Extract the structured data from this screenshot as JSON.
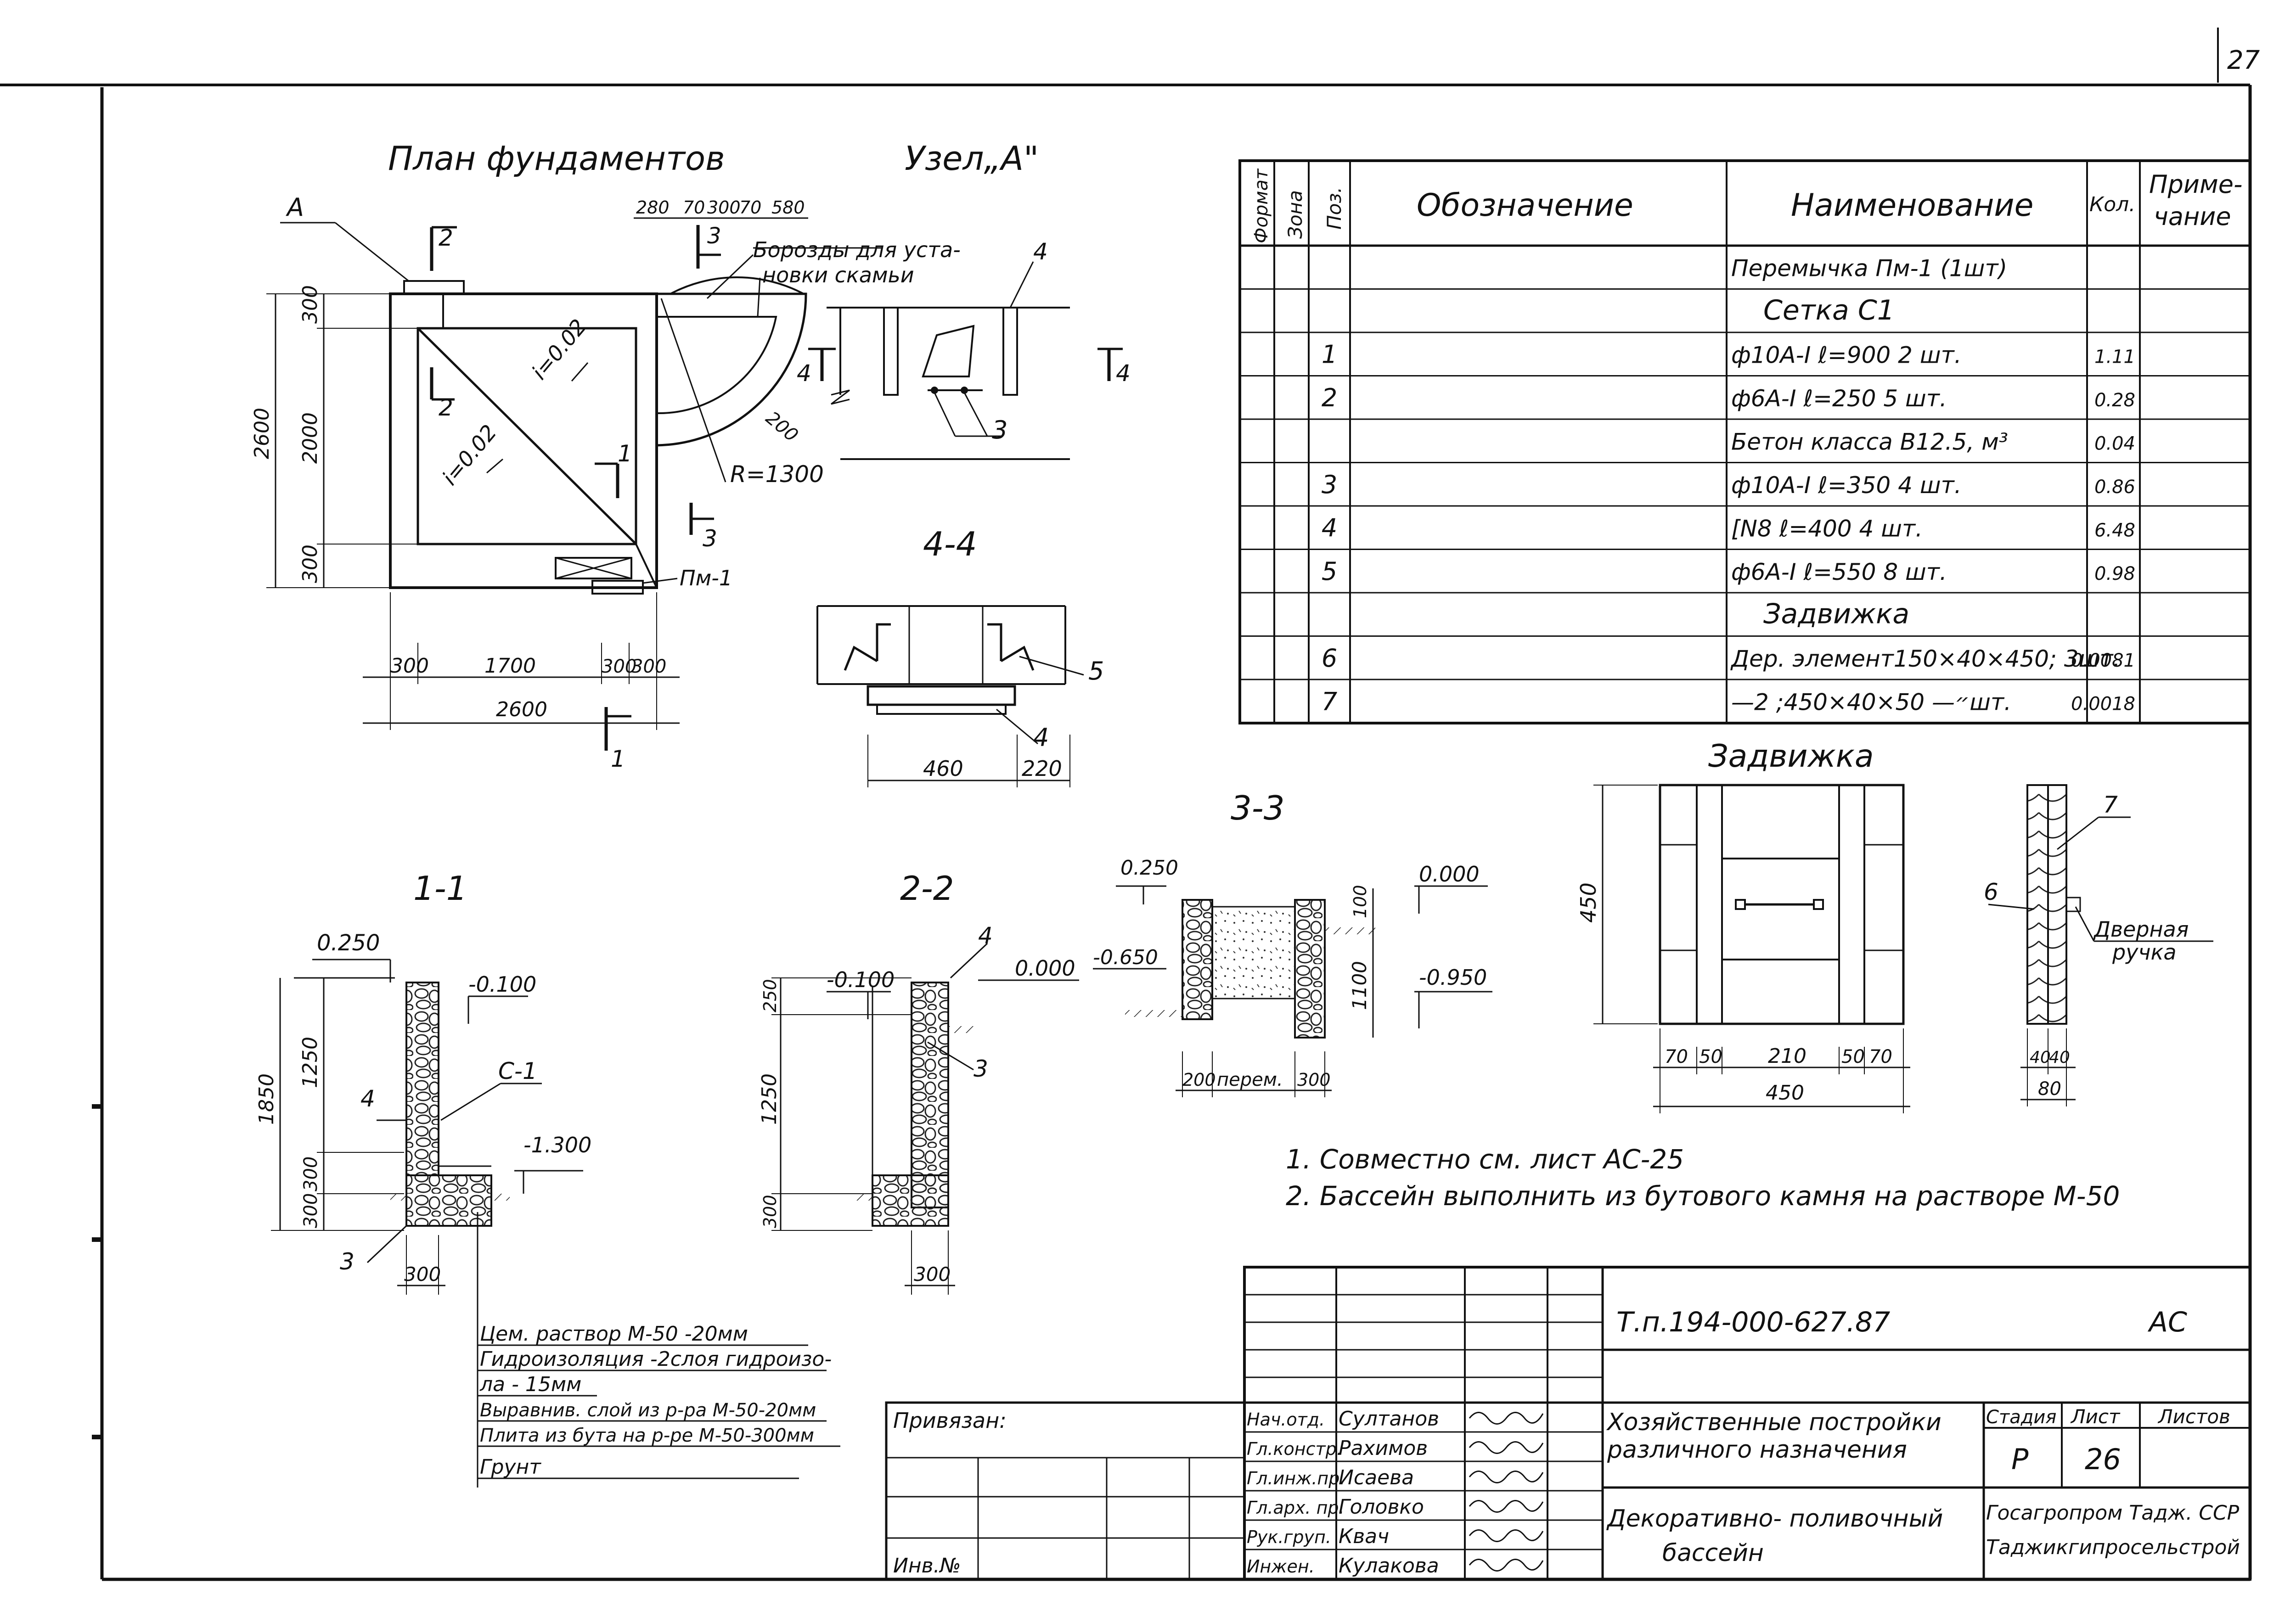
{
  "sheet_corner": "27",
  "headings": {
    "plan": "План фундаментов",
    "node": "Узел„А\"",
    "s11": "1-1",
    "s22": "2-2",
    "s33": "3-3",
    "s44": "4-4",
    "gate": "Задвижка"
  },
  "plan": {
    "markA": "А",
    "cut2": "2",
    "cut1": "1",
    "cut3": "3",
    "slope1": "i=0.02",
    "slope2": "i=0.02",
    "radius": "R=1300",
    "pm1": "Пм-1",
    "dims_v": [
      "300",
      "2000",
      "300",
      "2600"
    ],
    "dims_h": [
      "300",
      "1700",
      "300",
      "300",
      "2600"
    ]
  },
  "node": {
    "dims_top": [
      "280",
      "70",
      "300",
      "70",
      "580"
    ],
    "grooves_l1": "Борозды для уста-",
    "grooves_l2": "новки скамьи",
    "ref4": "4",
    "ref3": "3",
    "cut4": "4",
    "dim200": "200"
  },
  "sec44": {
    "ref5": "5",
    "ref4": "4",
    "dims": [
      "460",
      "220"
    ]
  },
  "sec11": {
    "lv_top": "0.250",
    "lv_a": "-0.100",
    "lv_b": "-1.300",
    "ref4": "4",
    "refC1": "С-1",
    "ref3": "3",
    "dims_v": [
      "1850",
      "1250",
      "300",
      "300"
    ],
    "dim_b": "300"
  },
  "sec22": {
    "lv_a": "-0.100",
    "lv_b": "0.000",
    "ref4": "4",
    "ref3": "3",
    "dims_v": [
      "250",
      "1250",
      "300"
    ],
    "dim_b": "300"
  },
  "sec33": {
    "lv_a": "0.250",
    "lv_b": "-0.650",
    "lv_c": "0.000",
    "lv_d": "-0.950",
    "dims_v": [
      "100",
      "1100"
    ],
    "dims_b": [
      "200",
      "перем.",
      "300"
    ]
  },
  "layers": [
    "Цем. раствор М-50 -20мм",
    "Гидроизоляция -2слоя гидроизо-",
    "ла - 15мм",
    "Выравнив. слой из р-ра М-50-20мм",
    "Плита из бута на р-ре М-50-300мм",
    "Грунт"
  ],
  "gate": {
    "dim_h": "450",
    "dims_b": [
      "70",
      "50",
      "210",
      "50",
      "70"
    ],
    "dim_total": "450",
    "ref7": "7",
    "ref6": "6",
    "handle_l1": "Дверная",
    "handle_l2": "ручка",
    "side_dims": [
      "40",
      "40",
      "80"
    ]
  },
  "spec": {
    "headers": [
      "Формат",
      "Зона",
      "Поз.",
      "Обозначение",
      "Наименование",
      "Кол.",
      "Приме-",
      "чание"
    ],
    "rows": [
      {
        "pos": "",
        "name": "Перемычка Пм-1 (1шт)",
        "qty": ""
      },
      {
        "pos": "",
        "name": "Сетка   С1",
        "qty": ""
      },
      {
        "pos": "1",
        "name": "ф10А-I  ℓ=900    2 шт.",
        "qty": "1.11"
      },
      {
        "pos": "2",
        "name": "ф6А-I  ℓ=250   5 шт.",
        "qty": "0.28"
      },
      {
        "pos": "",
        "name": "Бетон класса В12.5, м³",
        "qty": "0.04"
      },
      {
        "pos": "3",
        "name": "ф10А-I  ℓ=350   4 шт.",
        "qty": "0.86"
      },
      {
        "pos": "4",
        "name": "[N8   ℓ=400   4 шт.",
        "qty": "6.48"
      },
      {
        "pos": "5",
        "name": "ф6А-I  ℓ=550   8 шт.",
        "qty": "0.98"
      },
      {
        "pos": "",
        "name": "Задвижка",
        "qty": ""
      },
      {
        "pos": "6",
        "name": "Дер. элемент150×40×450; 3шт.",
        "qty": "0.0081"
      },
      {
        "pos": "7",
        "name": "—״—    50×40×450; 2шт.",
        "qty": "0.0018"
      }
    ]
  },
  "notes": [
    "1. Совместно см. лист АС-25",
    "2. Бассейн выполнить из бутового камня на растворе М-50"
  ],
  "title_block": {
    "doc_code": "Т.п.194-000-627.87",
    "mark": "АС",
    "bound": "Привязан:",
    "inv": "Инв.№",
    "project_l1": "Хозяйственные постройки",
    "project_l2": "различного назначения",
    "drawing_l1": "Декоративно- поливочный",
    "drawing_l2": "бассейн",
    "stage_h": "Стадия",
    "sheet_h": "Лист",
    "sheets_h": "Листов",
    "stage": "Р",
    "sheet": "26",
    "org_l1": "Госагропром Тадж. ССР",
    "org_l2": "Таджикгипросельстрой",
    "staff": [
      {
        "role": "Нач.отд.",
        "name": "Султанов"
      },
      {
        "role": "Гл.констр.",
        "name": "Рахимов"
      },
      {
        "role": "Гл.инж.пр.",
        "name": "Исаева"
      },
      {
        "role": "Гл.арх. пр.",
        "name": "Головко"
      },
      {
        "role": "Рук.груп.",
        "name": "Квач"
      },
      {
        "role": "Инжен.",
        "name": "Кулакова"
      }
    ]
  }
}
